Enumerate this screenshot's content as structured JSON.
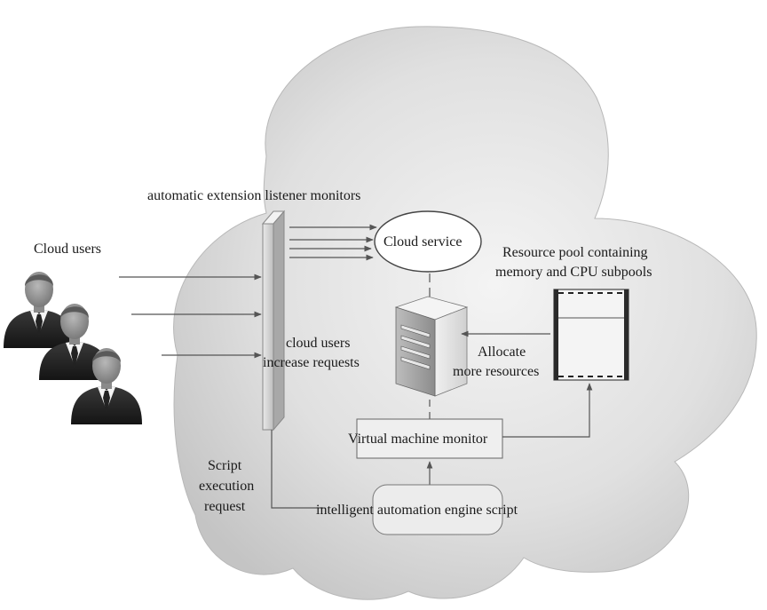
{
  "labels": {
    "listener": "automatic extension listener monitors",
    "cloud_users": "Cloud users",
    "cloud_service": "Cloud service",
    "resource_pool_line1": "Resource pool containing",
    "resource_pool_line2": "memory and CPU subpools",
    "cloud_users_increase_line1": "cloud users",
    "cloud_users_increase_line2": "increase requests",
    "allocate_line1": "Allocate",
    "allocate_line2": "more resources",
    "vmm": "Virtual machine monitor",
    "script_line1": "Script",
    "script_line2": "execution",
    "script_line3": "request",
    "engine": "intelligent automation engine script"
  },
  "colors": {
    "cloud_fill_light": "#f2f2f2",
    "cloud_fill_dark": "#c8c8c8",
    "line": "#555555"
  }
}
